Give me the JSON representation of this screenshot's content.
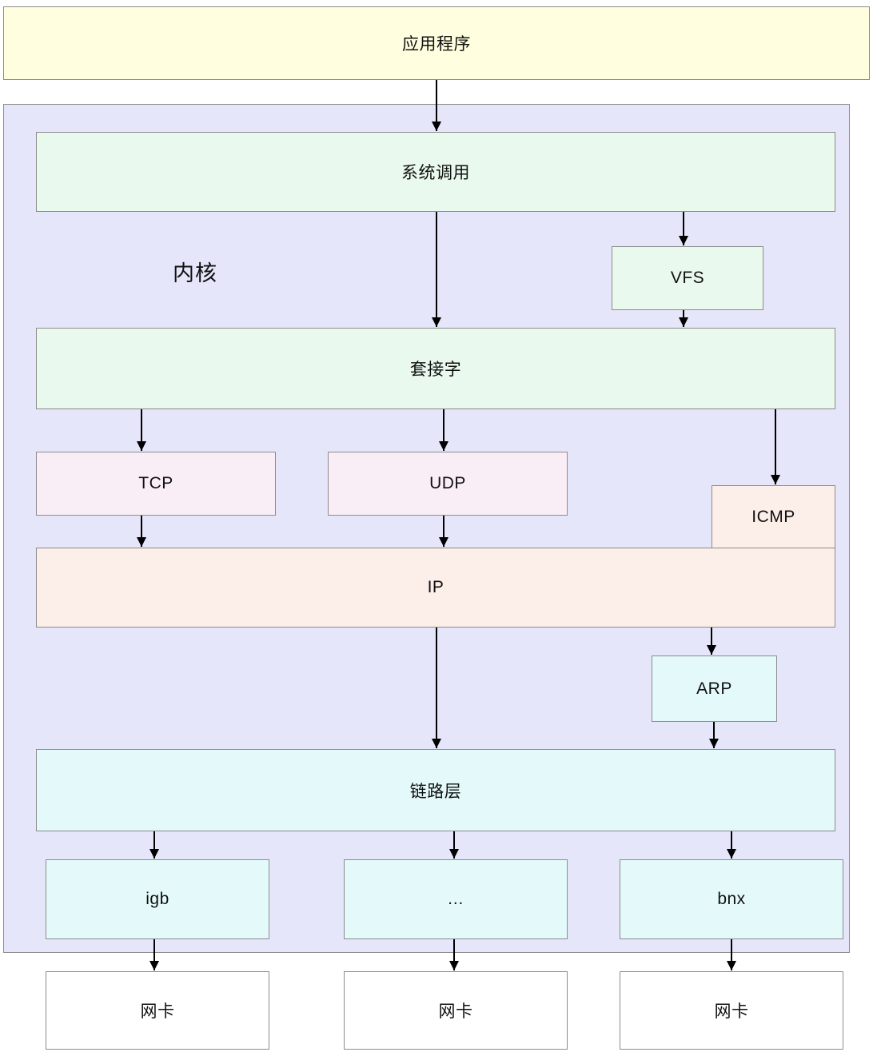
{
  "nodes": {
    "app": "应用程序",
    "kernel": "内核",
    "syscall": "系统调用",
    "vfs": "VFS",
    "socket": "套接字",
    "tcp": "TCP",
    "udp": "UDP",
    "icmp": "ICMP",
    "ip": "IP",
    "arp": "ARP",
    "link_layer": "链路层",
    "driver_igb": "igb",
    "driver_ellipsis": "…",
    "driver_bnx": "bnx",
    "nic_1": "网卡",
    "nic_2": "网卡",
    "nic_3": "网卡"
  },
  "colors": {
    "app_fill": "#FFFFDF",
    "kernel_fill": "#E6E6FA",
    "green_fill": "#EAF9EE",
    "pink_fill": "#FAEEF6",
    "peach_fill": "#FCEEE8",
    "cyan_fill": "#E4FAFA",
    "nic_fill": "#FFFFFF",
    "box_border": "#8C8C8C",
    "arrow": "#000000"
  },
  "edges": [
    {
      "from": "app",
      "to": "syscall"
    },
    {
      "from": "syscall",
      "to": "socket"
    },
    {
      "from": "syscall",
      "to": "vfs"
    },
    {
      "from": "vfs",
      "to": "socket"
    },
    {
      "from": "socket",
      "to": "tcp"
    },
    {
      "from": "socket",
      "to": "udp"
    },
    {
      "from": "socket",
      "to": "icmp"
    },
    {
      "from": "tcp",
      "to": "ip"
    },
    {
      "from": "udp",
      "to": "ip"
    },
    {
      "from": "ip",
      "to": "link_layer"
    },
    {
      "from": "ip",
      "to": "arp"
    },
    {
      "from": "arp",
      "to": "link_layer"
    },
    {
      "from": "link_layer",
      "to": "driver_igb"
    },
    {
      "from": "link_layer",
      "to": "driver_ellipsis"
    },
    {
      "from": "link_layer",
      "to": "driver_bnx"
    },
    {
      "from": "driver_igb",
      "to": "nic_1"
    },
    {
      "from": "driver_ellipsis",
      "to": "nic_2"
    },
    {
      "from": "driver_bnx",
      "to": "nic_3"
    }
  ]
}
